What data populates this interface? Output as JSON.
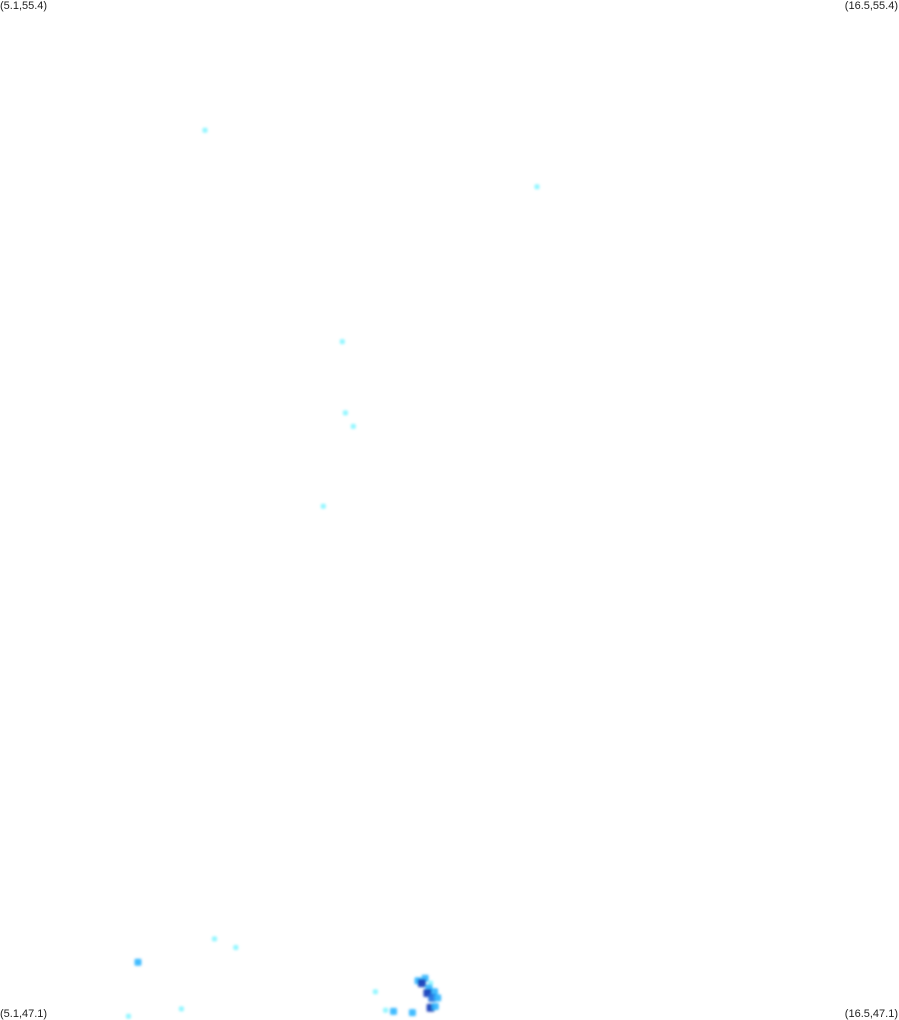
{
  "map": {
    "corners": {
      "top_left": "(5.1,55.4)",
      "top_right": "(16.5,55.4)",
      "bottom_left": "(5.1,47.1)",
      "bottom_right": "(16.5,47.1)"
    },
    "bounds": {
      "lon_min": 5.1,
      "lon_max": 16.5,
      "lat_min": 47.1,
      "lat_max": 55.4
    },
    "colors": {
      "background": "#ffffff",
      "low": "#7ff4ff",
      "medium": "#2bb5ff",
      "high": "#1e6fe0",
      "very_high": "#1238b8"
    },
    "points": [
      {
        "lon": 7.7,
        "lat": 54.34,
        "level": "low"
      },
      {
        "lon": 11.91,
        "lat": 53.88,
        "level": "low"
      },
      {
        "lon": 9.44,
        "lat": 52.62,
        "level": "low"
      },
      {
        "lon": 9.48,
        "lat": 52.04,
        "level": "low"
      },
      {
        "lon": 9.58,
        "lat": 51.93,
        "level": "low"
      },
      {
        "lon": 9.2,
        "lat": 51.28,
        "level": "low"
      },
      {
        "lon": 7.82,
        "lat": 47.76,
        "level": "low"
      },
      {
        "lon": 8.09,
        "lat": 47.69,
        "level": "low"
      },
      {
        "lon": 6.85,
        "lat": 47.57,
        "level": "medium"
      },
      {
        "lon": 7.4,
        "lat": 47.19,
        "level": "low"
      },
      {
        "lon": 6.73,
        "lat": 47.13,
        "level": "low"
      },
      {
        "lon": 9.86,
        "lat": 47.33,
        "level": "low"
      },
      {
        "lon": 9.99,
        "lat": 47.18,
        "level": "low"
      },
      {
        "lon": 10.09,
        "lat": 47.17,
        "level": "medium"
      },
      {
        "lon": 10.33,
        "lat": 47.16,
        "level": "medium"
      },
      {
        "lon": 10.4,
        "lat": 47.42,
        "level": "medium"
      },
      {
        "lon": 10.49,
        "lat": 47.44,
        "level": "medium"
      },
      {
        "lon": 10.56,
        "lat": 47.4,
        "level": "low"
      },
      {
        "lon": 10.45,
        "lat": 47.4,
        "level": "very_high"
      },
      {
        "lon": 10.54,
        "lat": 47.36,
        "level": "medium"
      },
      {
        "lon": 10.61,
        "lat": 47.33,
        "level": "medium"
      },
      {
        "lon": 10.52,
        "lat": 47.32,
        "level": "very_high"
      },
      {
        "lon": 10.58,
        "lat": 47.28,
        "level": "high"
      },
      {
        "lon": 10.65,
        "lat": 47.28,
        "level": "medium"
      },
      {
        "lon": 10.56,
        "lat": 47.2,
        "level": "very_high"
      },
      {
        "lon": 10.62,
        "lat": 47.21,
        "level": "medium"
      }
    ]
  }
}
